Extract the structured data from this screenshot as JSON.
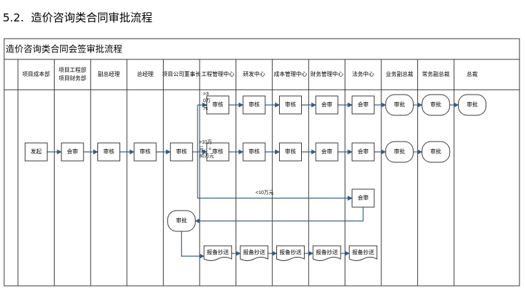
{
  "heading": {
    "number": "5.2.",
    "title": "造价咨询类合同审批流程"
  },
  "flowchart": {
    "title": "造价咨询类合同会签审批流程",
    "lanes": [
      {
        "id": "proj_cost",
        "label": [
          "项目成本部"
        ]
      },
      {
        "id": "proj_eng",
        "label": [
          "项目工程部",
          "项目财务部"
        ]
      },
      {
        "id": "vp",
        "label": [
          "副总经理"
        ]
      },
      {
        "id": "gm",
        "label": [
          "总经理"
        ]
      },
      {
        "id": "chair",
        "label": [
          "项目公司董事长"
        ]
      },
      {
        "id": "eng_mgmt",
        "label": [
          "工程管理中心"
        ]
      },
      {
        "id": "rnd",
        "label": [
          "研发中心"
        ]
      },
      {
        "id": "cost_mgmt",
        "label": [
          "成本管理中心"
        ]
      },
      {
        "id": "fin_mgmt",
        "label": [
          "财务管理中心"
        ]
      },
      {
        "id": "legal",
        "label": [
          "法务中心"
        ]
      },
      {
        "id": "biz_vp",
        "label": [
          "业务副总裁"
        ]
      },
      {
        "id": "exec_vp",
        "label": [
          "常务副总裁"
        ]
      },
      {
        "id": "president",
        "label": [
          "总裁"
        ]
      }
    ],
    "nodes": [
      {
        "id": "start",
        "lane": "proj_cost",
        "row": "mid",
        "shape": "process",
        "label": "发起"
      },
      {
        "id": "countersign1",
        "lane": "proj_eng",
        "row": "mid",
        "shape": "process",
        "label": "会审"
      },
      {
        "id": "vp_review",
        "lane": "vp",
        "row": "mid",
        "shape": "process",
        "label": "审核"
      },
      {
        "id": "gm_review",
        "lane": "gm",
        "row": "mid",
        "shape": "process",
        "label": "审核"
      },
      {
        "id": "chair_review",
        "lane": "chair",
        "row": "mid",
        "shape": "process",
        "label": "审核"
      },
      {
        "id": "chair_approve",
        "lane": "chair",
        "row": "approve",
        "shape": "terminal",
        "label": "审批"
      },
      {
        "id": "eng_top",
        "lane": "eng_mgmt",
        "row": "top",
        "shape": "process",
        "label": "审核"
      },
      {
        "id": "rnd_top",
        "lane": "rnd",
        "row": "top",
        "shape": "process",
        "label": "审核"
      },
      {
        "id": "cost_top",
        "lane": "cost_mgmt",
        "row": "top",
        "shape": "process",
        "label": "审核"
      },
      {
        "id": "fin_top",
        "lane": "fin_mgmt",
        "row": "top",
        "shape": "process",
        "label": "会审"
      },
      {
        "id": "legal_top",
        "lane": "legal",
        "row": "top",
        "shape": "process",
        "label": "会审"
      },
      {
        "id": "bizvp_top",
        "lane": "biz_vp",
        "row": "top",
        "shape": "terminal",
        "label": "审批"
      },
      {
        "id": "execvp_top",
        "lane": "exec_vp",
        "row": "top",
        "shape": "terminal",
        "label": "审批"
      },
      {
        "id": "pres_top",
        "lane": "president",
        "row": "top",
        "shape": "terminal",
        "label": "审批"
      },
      {
        "id": "eng_mid",
        "lane": "eng_mgmt",
        "row": "mid",
        "shape": "process",
        "label": "审核"
      },
      {
        "id": "rnd_mid",
        "lane": "rnd",
        "row": "mid",
        "shape": "process",
        "label": "审核"
      },
      {
        "id": "cost_mid",
        "lane": "cost_mgmt",
        "row": "mid",
        "shape": "process",
        "label": "审核"
      },
      {
        "id": "fin_mid",
        "lane": "fin_mgmt",
        "row": "mid",
        "shape": "process",
        "label": "会审"
      },
      {
        "id": "legal_mid",
        "lane": "legal",
        "row": "mid",
        "shape": "process",
        "label": "会审"
      },
      {
        "id": "bizvp_mid",
        "lane": "biz_vp",
        "row": "mid",
        "shape": "terminal",
        "label": "审批"
      },
      {
        "id": "execvp_mid",
        "lane": "exec_vp",
        "row": "mid",
        "shape": "terminal",
        "label": "审批"
      },
      {
        "id": "legal_low",
        "lane": "legal",
        "row": "low",
        "shape": "process",
        "label": "会审"
      },
      {
        "id": "eng_cc",
        "lane": "eng_mgmt",
        "row": "cc",
        "shape": "document",
        "label": "报备抄送"
      },
      {
        "id": "rnd_cc",
        "lane": "rnd",
        "row": "cc",
        "shape": "document",
        "label": "报备抄送"
      },
      {
        "id": "cost_cc",
        "lane": "cost_mgmt",
        "row": "cc",
        "shape": "document",
        "label": "报备抄送"
      },
      {
        "id": "fin_cc",
        "lane": "fin_mgmt",
        "row": "cc",
        "shape": "document",
        "label": "报备抄送"
      },
      {
        "id": "legal_cc",
        "lane": "legal",
        "row": "cc",
        "shape": "document",
        "label": "报备抄送"
      }
    ],
    "branch_labels": [
      {
        "id": "over_300k",
        "lines": [
          ">3",
          "0万",
          "元"
        ]
      },
      {
        "id": "range_100k_300k",
        "lines": [
          ">10万",
          "元，<",
          "30万元"
        ]
      },
      {
        "id": "under_100k",
        "lines": [
          "<10万元"
        ]
      }
    ],
    "edges": [
      [
        "start",
        "countersign1"
      ],
      [
        "countersign1",
        "vp_review"
      ],
      [
        "vp_review",
        "gm_review"
      ],
      [
        "gm_review",
        "chair_review"
      ],
      [
        "eng_top",
        "rnd_top"
      ],
      [
        "rnd_top",
        "cost_top"
      ],
      [
        "cost_top",
        "fin_top"
      ],
      [
        "fin_top",
        "legal_top"
      ],
      [
        "legal_top",
        "bizvp_top"
      ],
      [
        "bizvp_top",
        "execvp_top"
      ],
      [
        "execvp_top",
        "pres_top"
      ],
      [
        "eng_mid",
        "rnd_mid"
      ],
      [
        "rnd_mid",
        "cost_mid"
      ],
      [
        "cost_mid",
        "fin_mid"
      ],
      [
        "fin_mid",
        "legal_mid"
      ],
      [
        "legal_mid",
        "bizvp_mid"
      ],
      [
        "bizvp_mid",
        "execvp_mid"
      ],
      [
        "eng_cc",
        "rnd_cc"
      ],
      [
        "rnd_cc",
        "cost_cc"
      ],
      [
        "cost_cc",
        "fin_cc"
      ],
      [
        "fin_cc",
        "legal_cc"
      ]
    ],
    "colors": {
      "line": "#2f5c8f",
      "box_stroke": "#333333",
      "box_fill": "#ffffff",
      "title_bg": "#ffffff"
    }
  }
}
